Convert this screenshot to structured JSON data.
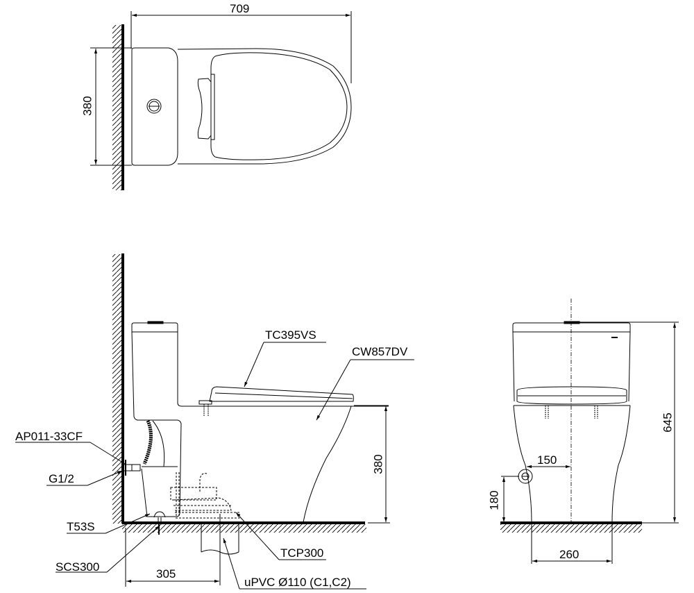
{
  "drawing": {
    "title": "Toilet installation dimension drawing",
    "views": [
      "top-view",
      "side-view",
      "front-view"
    ]
  },
  "top_view": {
    "dimensions": {
      "overall_length": "709",
      "width": "380"
    }
  },
  "side_view": {
    "callouts": {
      "seat": "TC395VS",
      "bowl": "CW857DV",
      "angle_valve": "AP011-33CF",
      "supply_thread": "G1/2",
      "hose": "T53S",
      "floor_fix": "SCS300",
      "outlet_adapter": "TCP300",
      "drain_pipe": "uPVC Ø110 (C1,C2)"
    },
    "dimensions": {
      "seat_height": "380",
      "rough_in": "305"
    }
  },
  "front_view": {
    "dimensions": {
      "total_height": "645",
      "supply_offset": "150",
      "supply_height": "180",
      "base_width": "260"
    }
  },
  "colors": {
    "line": "#000000",
    "background": "#ffffff"
  }
}
